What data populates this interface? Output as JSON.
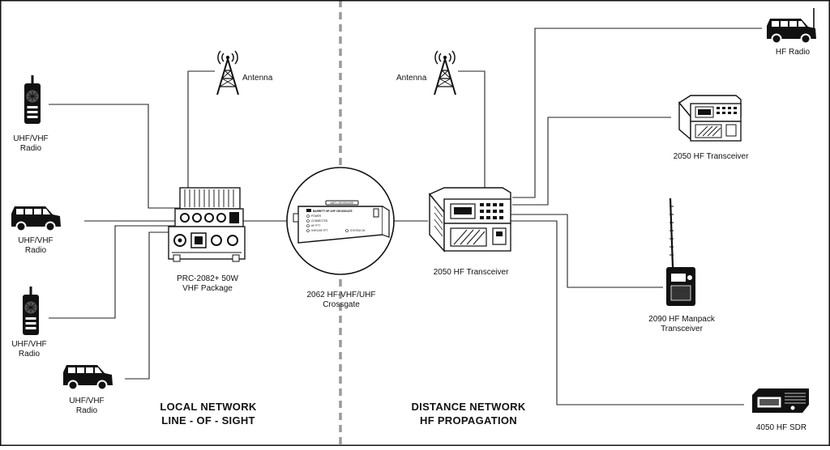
{
  "sections": {
    "local": {
      "line1": "LOCAL NETWORK",
      "line2": "LINE - OF - SIGHT"
    },
    "distance": {
      "line1": "DISTANCE NETWORK",
      "line2": "HF PROPAGATION"
    }
  },
  "labels": {
    "antenna_left": "Antenna",
    "antenna_right": "Antenna",
    "radio1": [
      "UHF/VHF",
      "Radio"
    ],
    "radio2": [
      "UHF/VHF",
      "Radio"
    ],
    "radio3": [
      "UHF/VHF",
      "Radio"
    ],
    "radio4": [
      "UHF/VHF",
      "Radio"
    ],
    "prc2082": [
      "PRC-2082+ 50W",
      "VHF Package"
    ],
    "crossgate": [
      "2062 HF-VHF/UHF",
      "Crossgate"
    ],
    "transceiver_center": "2050 HF Transceiver",
    "hf_radio": "HF Radio",
    "transceiver_right": "2050 HF Transceiver",
    "manpack": [
      "2090 HF Manpack",
      "Transceiver"
    ],
    "sdr": "4050 HF SDR"
  },
  "crossgate_panel": {
    "top_label": "ANT1 CROSSGATE",
    "brand": "BARRETT HF-VHF CROSSGATE",
    "leds": [
      "POWER",
      "CONNECTED",
      "HF PTT",
      "VHF/UHF PTT"
    ],
    "status": "SYSTEM OK"
  },
  "icons": {
    "antenna": "antenna-tower-icon",
    "handheld": "handheld-radio-icon",
    "vehicle": "vehicle-icon"
  },
  "colors": {
    "line": "#222222",
    "divider": "#9a9a9a",
    "background": "#ffffff"
  }
}
